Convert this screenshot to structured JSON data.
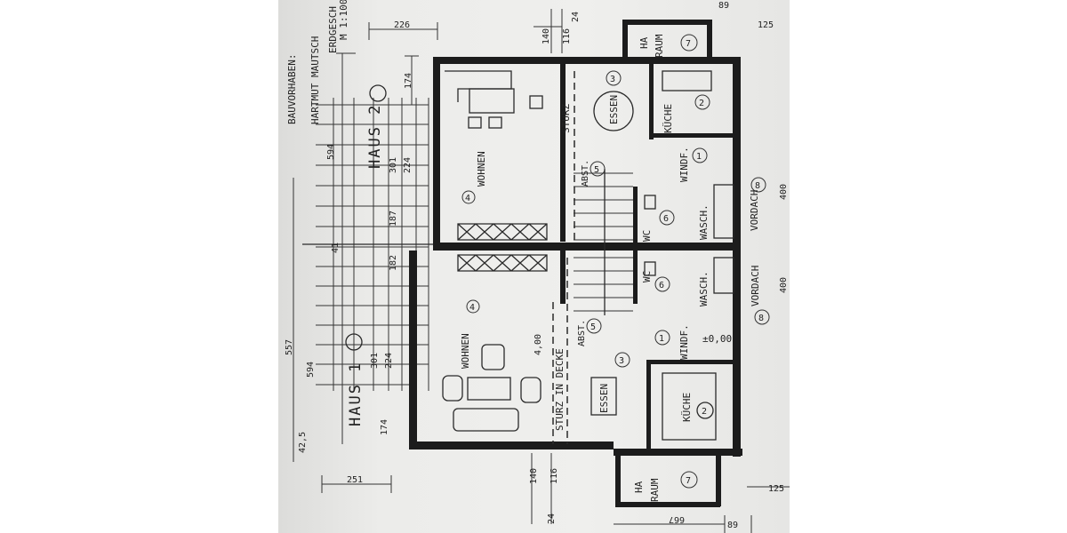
{
  "project": {
    "label": "BAUVORHABEN:",
    "owner": "HARTMUT MAUTSCH",
    "floor": "ERDGESCH",
    "scale": "M 1:100"
  },
  "houses": [
    "HAUS 2",
    "HAUS 1"
  ],
  "rooms": {
    "wohnen": "WOHNEN",
    "essen": "ESSEN",
    "kueche": "KÜCHE",
    "windfang_top": "WINDF.",
    "windfang_bottom": "WINDF.",
    "wc": "WC",
    "wasch": "WASCH.",
    "abst": "ABST.",
    "ha_raum_1": "HA",
    "ha_raum_2": "RAUM",
    "vordach": "VORDACH",
    "sturz": "STURZ",
    "sturz_decke": "STURZ IN DECKE",
    "level": "±0,00"
  },
  "room_numbers": [
    "1",
    "2",
    "3",
    "4",
    "5",
    "6",
    "7",
    "8"
  ],
  "dimensions": {
    "d226": "226",
    "d140": "140",
    "d116": "116",
    "d24": "24",
    "d174": "174",
    "d594": "594",
    "d301": "301",
    "d224": "224",
    "d187": "187",
    "d182": "182",
    "d557": "557",
    "d41": "41",
    "d425": "42,5",
    "d251": "251",
    "d400": "4,00",
    "d125": "125",
    "d89": "89",
    "d667": "667",
    "d2400": "400"
  }
}
